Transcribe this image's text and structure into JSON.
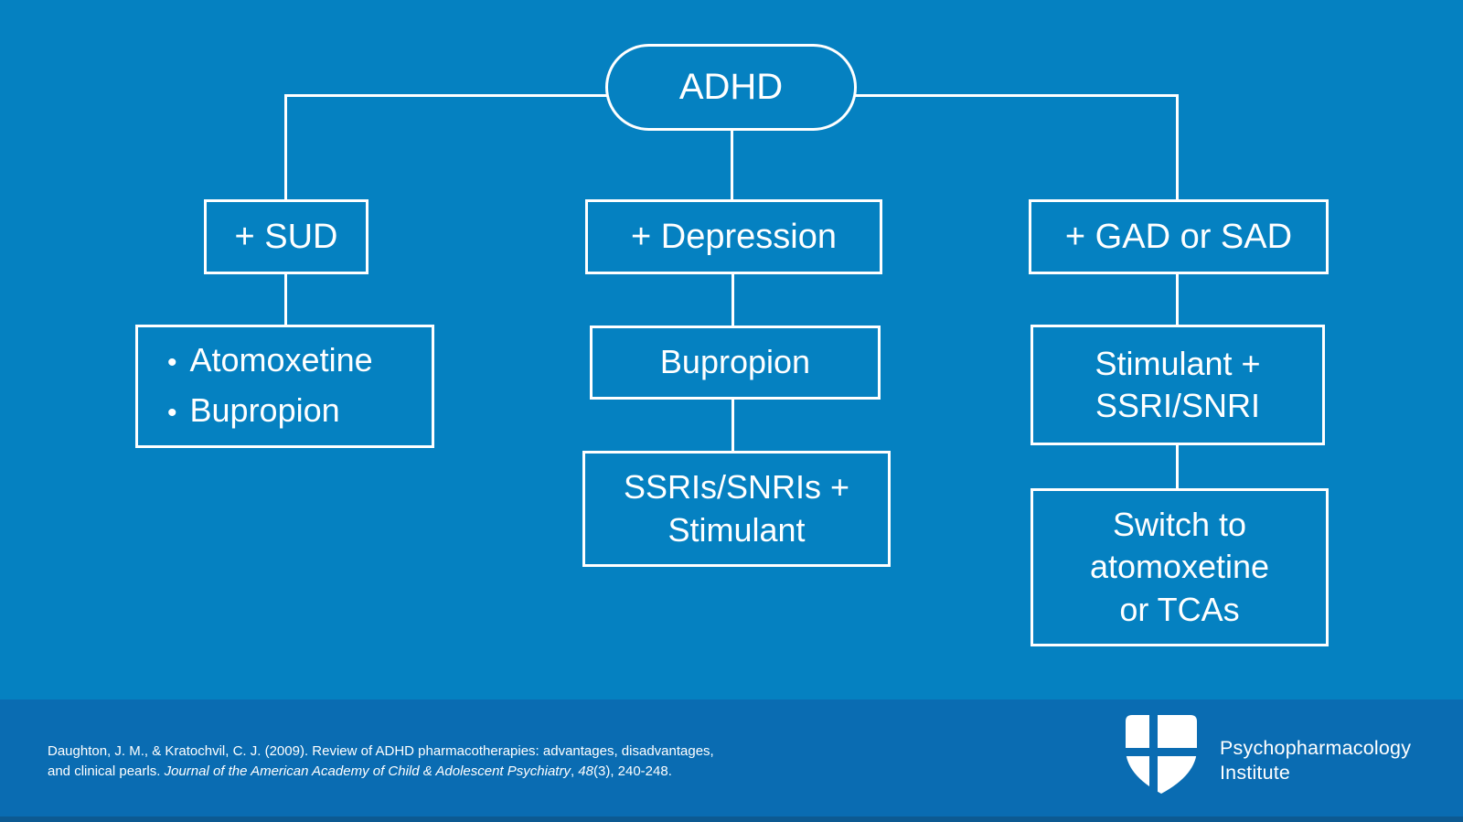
{
  "slide": {
    "background_color": "#0581c1",
    "footer_background_color": "#0a6cb2",
    "footer_strip_color": "#0d5a92",
    "line_and_text_color": "#ffffff"
  },
  "flowchart": {
    "root": {
      "label": "ADHD"
    },
    "branches": [
      {
        "condition": "+ SUD",
        "bullet": "•",
        "treatments": [
          "Atomoxetine",
          "Bupropion"
        ]
      },
      {
        "condition": "+ Depression",
        "step1": "Bupropion",
        "step2": "SSRIs/SNRIs +\nStimulant"
      },
      {
        "condition": "+ GAD or SAD",
        "step1": "Stimulant +\nSSRI/SNRI",
        "step2": "Switch to\natomoxetine\nor TCAs"
      }
    ]
  },
  "footer": {
    "citation": {
      "line1": "Daughton, J. M., & Kratochvil, C. J. (2009). Review of ADHD pharmacotherapies: advantages, disadvantages,",
      "line2_prefix": "and clinical pearls. ",
      "line2_journal": "Journal of the American Academy of Child & Adolescent Psychiatry",
      "line2_separator": ", ",
      "line2_volume": "48",
      "line2_suffix": "(3), 240-248."
    },
    "brand": {
      "name_line1": "Psychopharmacology",
      "name_line2": "Institute",
      "logo": "shield-cross-icon"
    }
  }
}
